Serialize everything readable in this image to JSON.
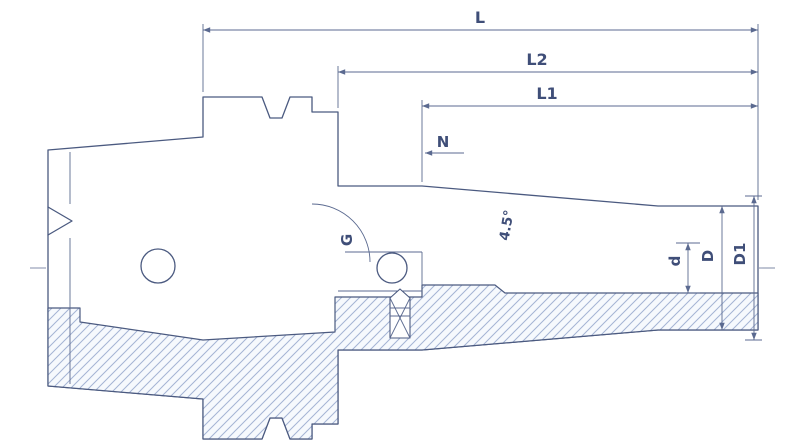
{
  "drawing": {
    "labels": {
      "L": "L",
      "L2": "L2",
      "L1": "L1",
      "N": "N",
      "G": "G",
      "taper_angle": "4.5°",
      "d": "d",
      "D": "D",
      "D1": "D1"
    },
    "colors": {
      "outline": "#4b5a80",
      "thin": "#5b6a90",
      "hatch_line": "#a4b4d4",
      "hatch_bg": "#f6f9fd",
      "text": "#3f4e78"
    }
  }
}
